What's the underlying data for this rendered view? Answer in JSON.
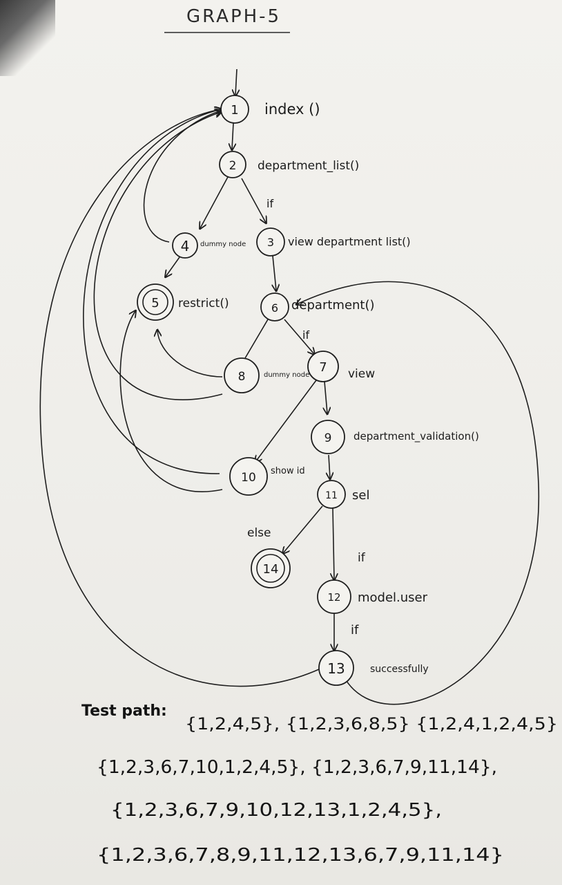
{
  "title": "GRAPH-5",
  "nodes": [
    {
      "id": "1",
      "label": "index ()"
    },
    {
      "id": "2",
      "label": "department_list()"
    },
    {
      "id": "3",
      "label": "view department list()"
    },
    {
      "id": "4",
      "label": "dummy node"
    },
    {
      "id": "5",
      "label": "restrict()"
    },
    {
      "id": "6",
      "label": "department()"
    },
    {
      "id": "7",
      "label": "view"
    },
    {
      "id": "8",
      "label": "dummy node"
    },
    {
      "id": "9",
      "label": "department_validation()"
    },
    {
      "id": "10",
      "label": "show id"
    },
    {
      "id": "11",
      "label": "sel"
    },
    {
      "id": "12",
      "label": "model.user"
    },
    {
      "id": "13",
      "label": "successfully"
    },
    {
      "id": "14",
      "label": ""
    }
  ],
  "edge_labels": {
    "e2_3": "if",
    "e6_7": "if",
    "e11_14": "else",
    "e11_12": "if",
    "e12_13": "if"
  },
  "test_paths": {
    "heading": "Test path:",
    "lines": [
      "{1,2,4,5}, {1,2,3,6,8,5} {1,2,4,1,2,4,5}",
      "{1,2,3,6,7,10,1,2,4,5}, {1,2,3,6,7,9,11,14},",
      "{1,2,3,6,7,9,10,12,13,1,2,4,5},",
      "{1,2,3,6,7,8,9,11,12,13,6,7,9,11,14}"
    ]
  }
}
